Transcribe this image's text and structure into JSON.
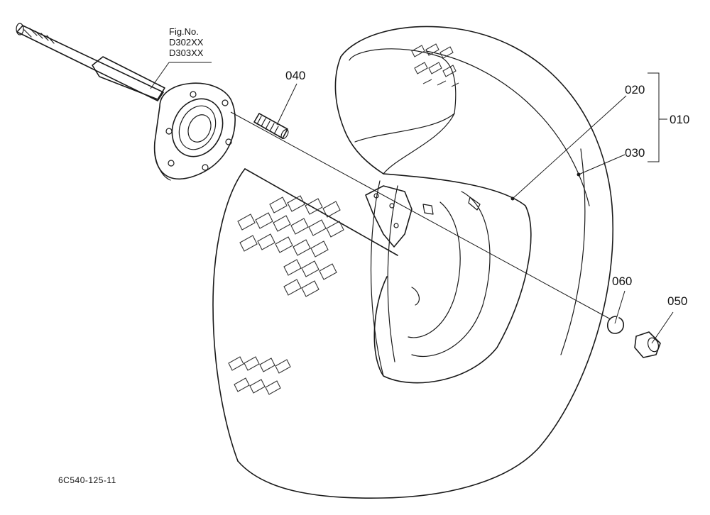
{
  "diagram": {
    "figure_reference": {
      "line1": "Fig.No.",
      "line2": "D302XX",
      "line3": "D303XX"
    },
    "part_labels": {
      "p010": "010",
      "p020": "020",
      "p030": "030",
      "p040": "040",
      "p050": "050",
      "p060": "060"
    },
    "drawing_code": "6C540-125-11"
  }
}
